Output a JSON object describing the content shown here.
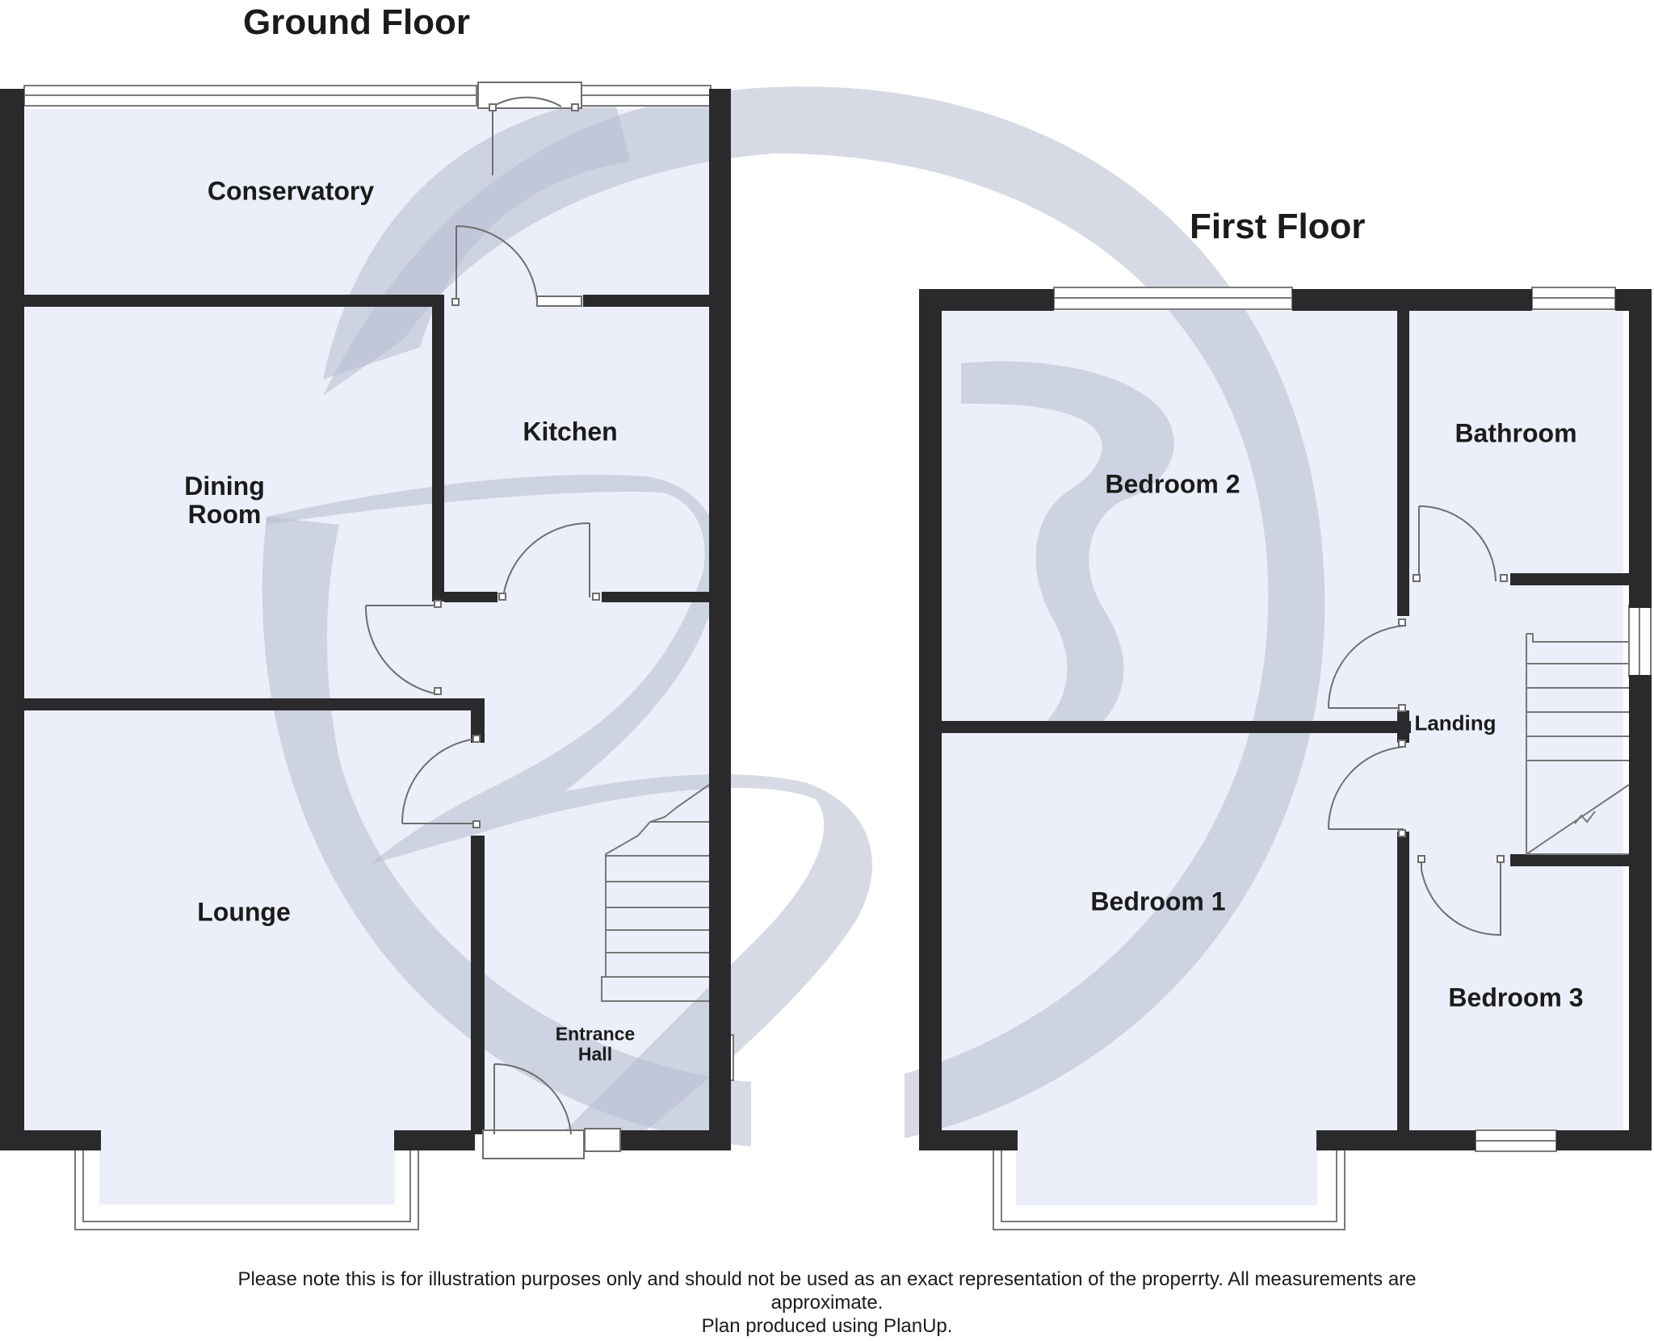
{
  "floors": [
    {
      "title": "Ground Floor",
      "rooms": [
        "Conservatory",
        "Dining Room",
        "Kitchen",
        "Lounge",
        "Entrance Hall"
      ]
    },
    {
      "title": "First Floor",
      "rooms": [
        "Bedroom 2",
        "Bathroom",
        "Landing",
        "Bedroom 1",
        "Bedroom 3"
      ]
    }
  ],
  "footer": {
    "line1": "Please note this is for illustration purposes only and should not be used as an exact representation of the properrty. All measurements are",
    "line2": "approximate.",
    "line3": "Plan produced using PlanUp."
  },
  "colors": {
    "wall": "#2a2a2c",
    "room_fill": "#eceff9",
    "watermark": "#b7bccf",
    "label": "#1b1b1b"
  }
}
